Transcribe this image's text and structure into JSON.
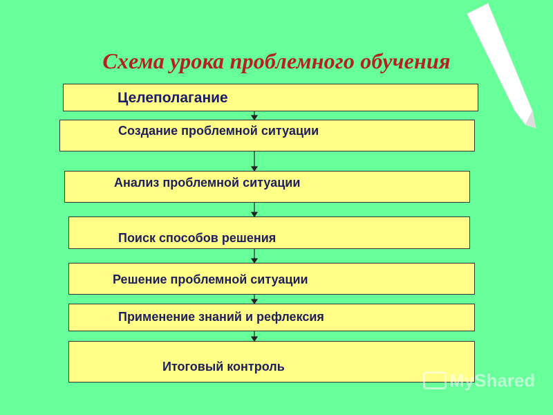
{
  "title": "Схема урока проблемного обучения",
  "steps": [
    "Целеполагание",
    "Создание проблемной ситуации",
    "Анализ проблемной ситуации",
    "Поиск способов решения",
    "Решение проблемной ситуации",
    "Применение знаний и рефлексия",
    "Итоговый контроль"
  ],
  "watermark": "MyShared",
  "colors": {
    "background": "#66ff99",
    "box_fill": "#ffff88",
    "title": "#b22222",
    "text": "#1e1e5a"
  },
  "icons": [
    "chalk-icon",
    "myshared-logo-icon"
  ]
}
